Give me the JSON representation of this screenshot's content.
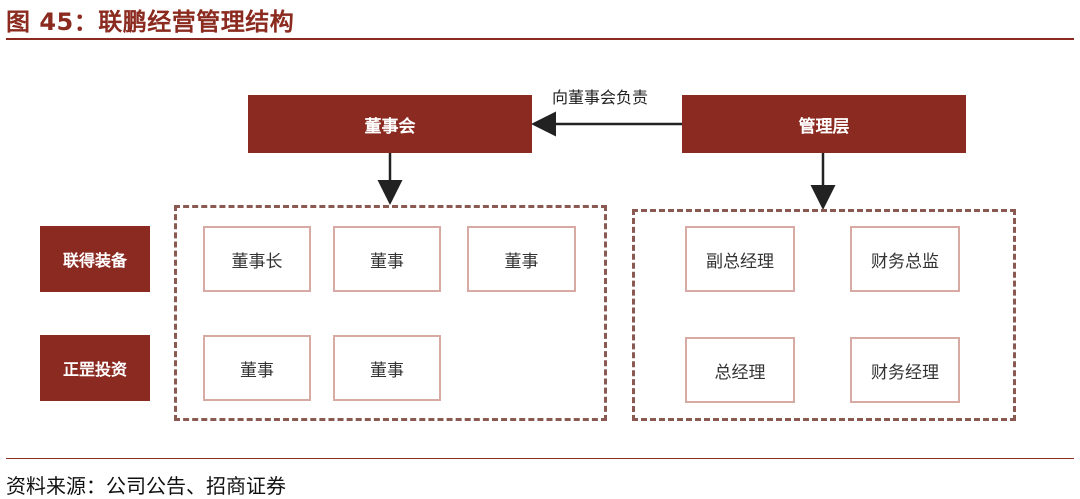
{
  "header": {
    "title": "图 45：联鹏经营管理结构"
  },
  "diagram": {
    "top": {
      "board": "董事会",
      "management": "管理层",
      "edge_label": "向董事会负责"
    },
    "shareholders": [
      "联得装备",
      "正罡投资"
    ],
    "board_members": {
      "row1": [
        "董事长",
        "董事",
        "董事"
      ],
      "row2": [
        "董事",
        "董事"
      ]
    },
    "management_members": {
      "row1": [
        "副总经理",
        "财务总监"
      ],
      "row2": [
        "总经理",
        "财务经理"
      ]
    },
    "colors": {
      "dark": "#8b2a21",
      "light_border": "#d7aaa4",
      "dashed": "#8a5a52"
    }
  },
  "footer": {
    "source": "资料来源：公司公告、招商证券"
  }
}
